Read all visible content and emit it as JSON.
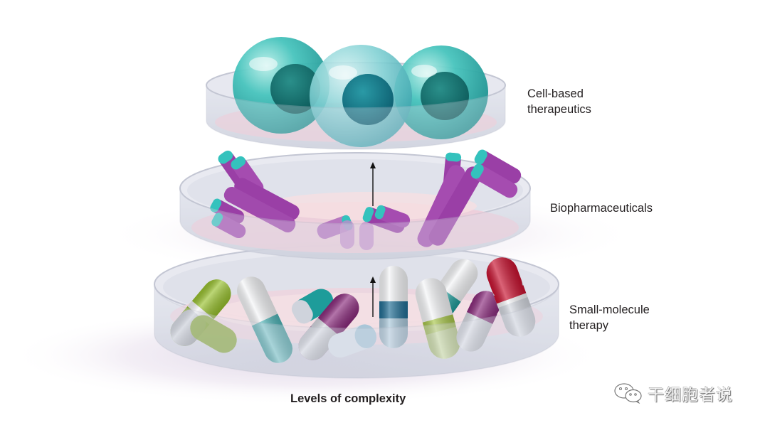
{
  "figure": {
    "caption": "Levels of complexity",
    "levels": [
      {
        "name": "cell-based",
        "label_lines": [
          "Cell-based",
          "therapeutics"
        ]
      },
      {
        "name": "biopharmaceuticals",
        "label_lines": [
          "Biopharmaceuticals"
        ]
      },
      {
        "name": "small-molecule",
        "label_lines": [
          "Small-molecule",
          "therapy"
        ]
      }
    ],
    "colors": {
      "dish": "#c9ccd9",
      "medium": "#f2cfd9",
      "cell": "#2fb3b0",
      "nucleus": "#0f6f6c",
      "antibody": "#9a3fa6",
      "antibody_tip": "#34c2bd",
      "pill_green": "#98c12d",
      "pill_teal": "#1e9c9a",
      "pill_purple": "#8a2a7c",
      "pill_blue": "#1f6d94",
      "pill_red": "#c8102e",
      "pill_white": "#f2f3f5"
    },
    "icons": [
      "arrow-up-icon",
      "wechat-icon"
    ]
  },
  "watermark": {
    "text": "干细胞者说"
  }
}
